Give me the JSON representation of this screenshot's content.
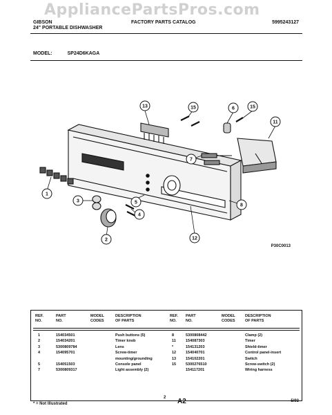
{
  "watermark": "AppliancePartsPros.com",
  "header": {
    "brand": "GIBSON",
    "subtitle": "24\" PORTABLE DISHWASHER",
    "catalog": "FACTORY PARTS CATALOG",
    "code": "5995243127"
  },
  "model": {
    "label": "MODEL:",
    "value": "SP24D6KAGA"
  },
  "diagram": {
    "figure_code": "P30C0013",
    "callouts": [
      "1",
      "2",
      "3",
      "4",
      "5",
      "6",
      "7",
      "8",
      "11",
      "12",
      "13",
      "15",
      "15"
    ]
  },
  "table": {
    "columns": [
      "REF.\nNO.",
      "PART\nNO.",
      "MODEL\nCODES",
      "DESCRIPTION\nOF PARTS"
    ],
    "left_rows": [
      {
        "ref": "1",
        "part": "154034501",
        "code": "",
        "desc": "Push buttons (5)"
      },
      {
        "ref": "2",
        "part": "154034201",
        "code": "",
        "desc": "Timer knob"
      },
      {
        "ref": "3",
        "part": "5300809784",
        "code": "",
        "desc": "Lens"
      },
      {
        "ref": "4",
        "part": "154095701",
        "code": "",
        "desc": "Screw-timer"
      },
      {
        "ref": "",
        "part": "",
        "code": "",
        "desc": "mounting/grounding"
      },
      {
        "ref": "5",
        "part": "154051503",
        "code": "",
        "desc": "Console panel"
      },
      {
        "ref": "7",
        "part": "5300809317",
        "code": "",
        "desc": "Light assembly (2)"
      }
    ],
    "right_rows": [
      {
        "ref": "8",
        "part": "5300808442",
        "code": "",
        "desc": "Clamp (2)"
      },
      {
        "ref": "11",
        "part": "154087303",
        "code": "",
        "desc": "Timer"
      },
      {
        "ref": "*",
        "part": "154131203",
        "code": "",
        "desc": "Shield-timer"
      },
      {
        "ref": "12",
        "part": "154040701",
        "code": "",
        "desc": "Control panel-insert"
      },
      {
        "ref": "13",
        "part": "154102201",
        "code": "",
        "desc": "Switch"
      },
      {
        "ref": "15",
        "part": "5300276510",
        "code": "",
        "desc": "Screw-switch (2)"
      },
      {
        "ref": "",
        "part": "154117201",
        "code": "",
        "desc": "Wiring harness"
      }
    ]
  },
  "footer": {
    "note": "* = Not Illustrated",
    "page_number": "2",
    "page_code": "A2",
    "date": "5/93"
  }
}
